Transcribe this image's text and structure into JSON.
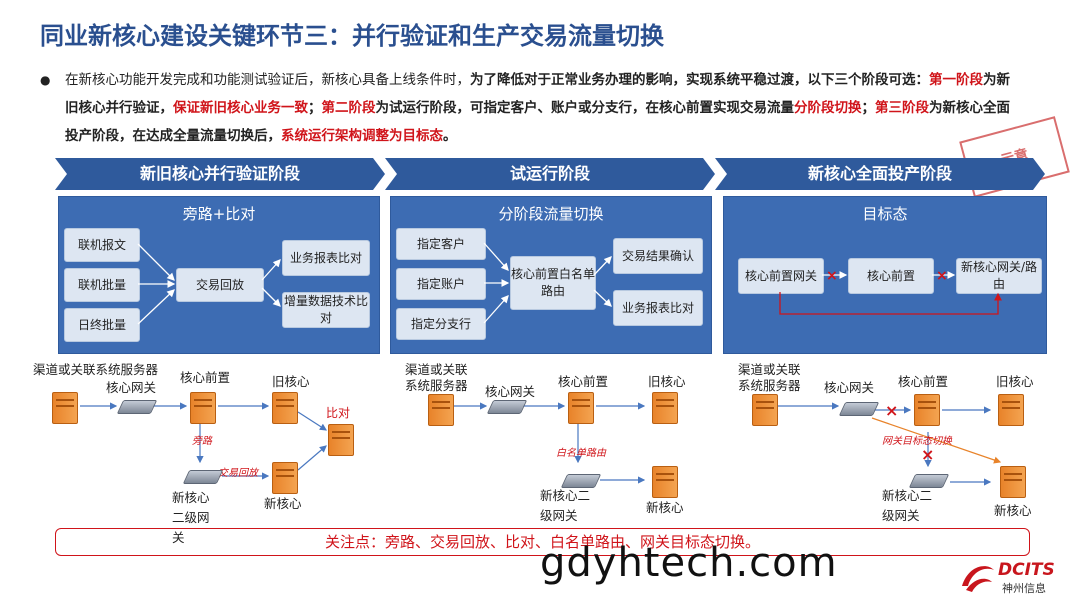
{
  "title": "同业新核心建设关键环节三：并行验证和生产交易流量切换",
  "intro": {
    "p1": "在新核心功能开发完成和功能测试验证后，新核心具备上线条件时，",
    "p2": "为了降低对于正常业务办理的影响，实现系统平稳过渡，以下三个阶段可选：",
    "p3": "第一阶段",
    "p4": "为新旧核心并行验证，",
    "p5": "保证新旧核心业务一致",
    "p6": "；",
    "p7": "第二阶段",
    "p8": "为试运行阶段，可指定客户、账户或分支行，在核心前置实现交易流量",
    "p9": "分阶段切换",
    "p10": "；",
    "p11": "第三阶段",
    "p12": "为新核心全面投产阶段，在达成全量流量切换后，",
    "p13": "系统运行架构调整为目标态",
    "p14": "。"
  },
  "stamp": "示意",
  "phases": [
    {
      "banner": "新旧核心并行验证阶段",
      "panel_title": "旁路+比对",
      "boxes": [
        "联机报文",
        "联机批量",
        "日终批量",
        "交易回放",
        "业务报表比对",
        "增量数据技术比对"
      ],
      "net": {
        "channel": "渠道或关联系统服务器",
        "gateway": "核心网关",
        "front": "核心前置",
        "old_core": "旧核心",
        "compare": "比对",
        "bypass": "旁路",
        "replay": "交易回放",
        "new_gateway": "新核心二级网关",
        "new_core": "新核心"
      }
    },
    {
      "banner": "试运行阶段",
      "panel_title": "分阶段流量切换",
      "boxes": [
        "指定客户",
        "指定账户",
        "指定分支行",
        "核心前置白名单路由",
        "交易结果确认",
        "业务报表比对"
      ],
      "net": {
        "channel": "渠道或关联系统服务器",
        "gateway": "核心网关",
        "front": "核心前置",
        "old_core": "旧核心",
        "whitelist": "白名单路由",
        "new_gateway": "新核心二级网关",
        "new_core": "新核心"
      }
    },
    {
      "banner": "新核心全面投产阶段",
      "panel_title": "目标态",
      "boxes": [
        "核心前置网关",
        "核心前置",
        "新核心网关/路由"
      ],
      "net": {
        "channel": "渠道或关联系统服务器",
        "gateway": "核心网关",
        "front": "核心前置",
        "old_core": "旧核心",
        "switch_label": "网关目标态切换",
        "new_gateway": "新核心二级网关",
        "new_core": "新核心"
      }
    }
  ],
  "bottom_note": "关注点：旁路、交易回放、比对、白名单路由、网关目标态切换。",
  "watermark": "gdyhtech.com",
  "logo": {
    "brand": "DCITS",
    "cn": "神州信息"
  },
  "colors": {
    "title": "#2a4f8f",
    "banner": "#2f5a9c",
    "panel": "#3d6cb3",
    "accent_red": "#d0141a",
    "server": "#e8832a"
  }
}
